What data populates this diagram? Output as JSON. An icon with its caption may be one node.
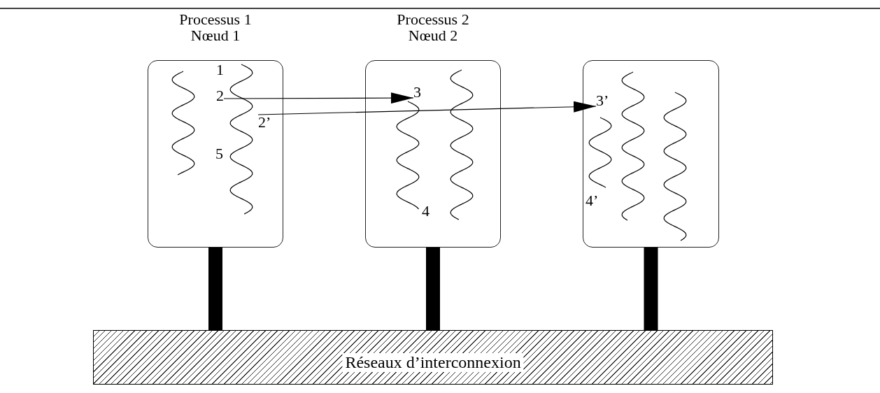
{
  "diagram": {
    "nodes": [
      {
        "text": [
          "Processus 1 Nœud 1"
        ]
      },
      {
        "text": [
          "2"
        ],
        "in": 0
      },
      {
        "text": [
          "2’"
        ],
        "in": 0
      },
      {
        "text": [
          "Processus 2 Nœud 2"
        ]
      },
      {
        "text": [
          "3"
        ],
        "in": 3
      },
      {
        "text": [],
        "shape": "box"
      },
      {
        "text": [
          "3’"
        ],
        "in": 5
      },
      {
        "text": [
          "Réseaux d’interconnexion"
        ]
      }
    ],
    "edges": [
      {
        "from": 1,
        "to": 4,
        "arrow": "to"
      },
      {
        "from": 2,
        "to": 6,
        "arrow": "to"
      },
      {
        "from": 0,
        "to": 7,
        "arrow": "none"
      },
      {
        "from": 3,
        "to": 7,
        "arrow": "none"
      },
      {
        "from": 5,
        "to": 7,
        "arrow": "none"
      }
    ],
    "labels": [
      "1",
      "5",
      "4",
      "4’"
    ]
  }
}
